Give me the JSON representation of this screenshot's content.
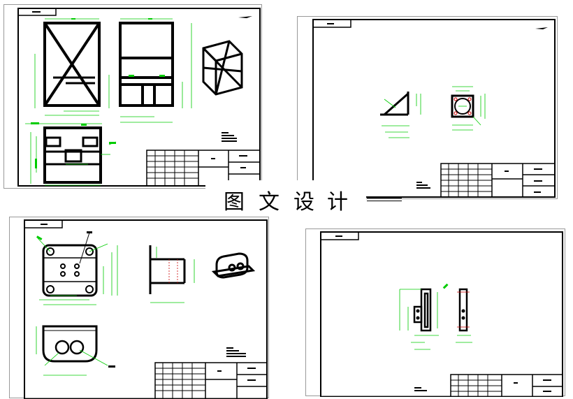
{
  "watermark": {
    "chars": [
      "图",
      "文",
      "设",
      "计"
    ],
    "text": "图文设计"
  },
  "sheets": [
    {
      "id": "sheet-1",
      "label": "frame-assembly-drawing",
      "views": [
        "front-view",
        "side-view",
        "top-view",
        "isometric-view"
      ]
    },
    {
      "id": "sheet-2",
      "label": "bracket-drawing",
      "views": [
        "side-view",
        "front-view"
      ]
    },
    {
      "id": "sheet-3",
      "label": "block-part-drawing",
      "views": [
        "top-view",
        "side-view",
        "bottom-view",
        "isometric-view"
      ]
    },
    {
      "id": "sheet-4",
      "label": "slot-bar-drawing",
      "views": [
        "front-view",
        "side-view"
      ]
    }
  ],
  "colors": {
    "line": "#000000",
    "dimension": "#00cc00",
    "centerline": "#ff0000",
    "frame": "#999999"
  }
}
